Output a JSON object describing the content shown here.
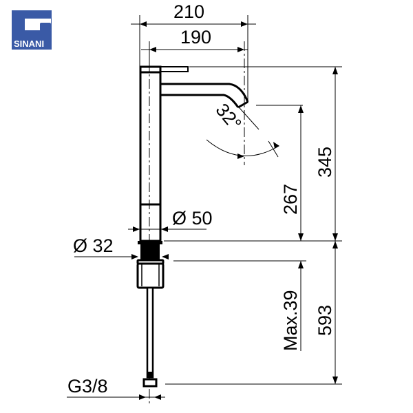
{
  "logo": {
    "text": "SINANI",
    "color": "#3a5aa6"
  },
  "dimensions": {
    "width_total": "210",
    "width_spout": "190",
    "height_total": "345",
    "height_spout": "267",
    "spout_angle": "32°",
    "body_diameter": "Ø 50",
    "shank_diameter": "Ø 32",
    "max_deck": "Max.39",
    "hose_length": "593",
    "thread": "G3/8"
  }
}
